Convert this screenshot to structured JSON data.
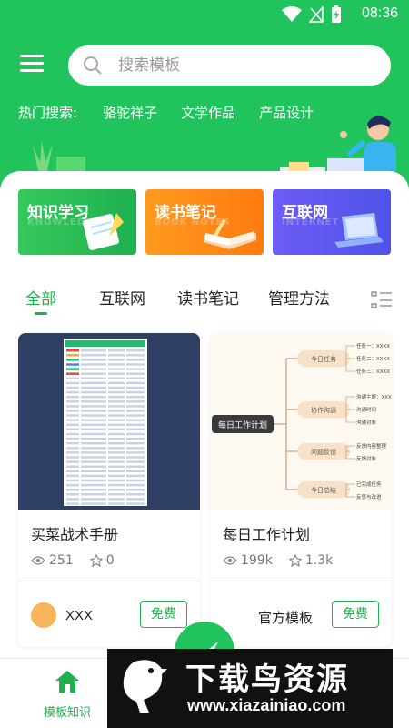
{
  "status_bar": {
    "time": "08:36"
  },
  "search": {
    "placeholder": "搜索模板"
  },
  "hot_search": {
    "label": "热门搜索:",
    "keywords": [
      "骆驼祥子",
      "文学作品",
      "产品设计"
    ]
  },
  "categories": [
    {
      "title": "知识学习",
      "subtitle": "KNOWLEDGE"
    },
    {
      "title": "读书笔记",
      "subtitle": "BOOK NOTES"
    },
    {
      "title": "互联网",
      "subtitle": "INTERNET"
    }
  ],
  "tabs": [
    "全部",
    "互联网",
    "读书笔记",
    "管理方法"
  ],
  "cards": [
    {
      "title": "买菜战术手册",
      "views": "251",
      "stars": "0",
      "author": "XXX",
      "badge": "免费"
    },
    {
      "title": "每日工作计划",
      "views": "199k",
      "stars": "1.3k",
      "author": "官方模板",
      "badge": "免费",
      "mindmap": {
        "root": "每日工作计划",
        "branches": [
          {
            "label": "今日任务",
            "leaves": [
              "任务一：XXXX",
              "任务二：XXXX",
              "任务三：XXXX"
            ]
          },
          {
            "label": "协作沟通",
            "leaves": [
              "沟通主题：XXX",
              "沟通时间",
              "沟通对象"
            ]
          },
          {
            "label": "问题反馈",
            "leaves": [
              "反馈内容整理",
              "反馈对象"
            ]
          },
          {
            "label": "今日总结",
            "leaves": [
              "已完成任务",
              "反思与改进"
            ]
          }
        ]
      }
    }
  ],
  "bottom_nav": {
    "home_label": "模板知识"
  },
  "watermark": {
    "name": "下载鸟资源",
    "url": "www.xiazainiao.com"
  },
  "colors": {
    "primary": "#21c35c",
    "accent_orange": "#ff8a16",
    "accent_purple": "#5b56ee"
  }
}
